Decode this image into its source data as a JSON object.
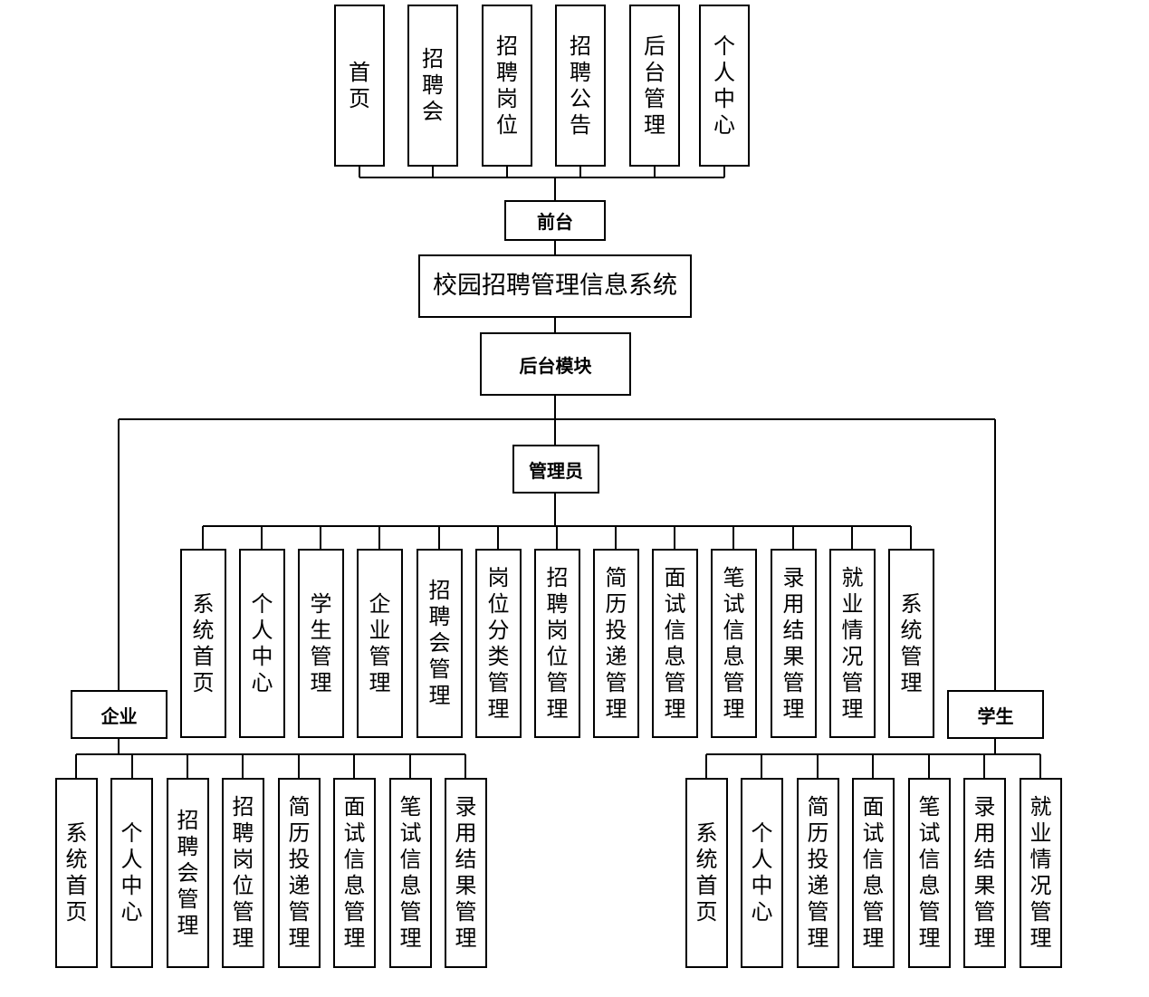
{
  "diagram": {
    "system": "校园招聘管理信息系统",
    "frontend": {
      "label": "前台",
      "items": [
        "首页",
        "招聘会",
        "招聘岗位",
        "招聘公告",
        "后台管理",
        "个人中心"
      ]
    },
    "backend": {
      "label": "后台模块"
    },
    "admin": {
      "label": "管理员",
      "items": [
        "系统首页",
        "个人中心",
        "学生管理",
        "企业管理",
        "招聘会管理",
        "岗位分类管理",
        "招聘岗位管理",
        "简历投递管理",
        "面试信息管理",
        "笔试信息管理",
        "录用结果管理",
        "就业情况管理",
        "系统管理"
      ]
    },
    "company": {
      "label": "企业",
      "items": [
        "系统首页",
        "个人中心",
        "招聘会管理",
        "招聘岗位管理",
        "简历投递管理",
        "面试信息管理",
        "笔试信息管理",
        "录用结果管理"
      ]
    },
    "student": {
      "label": "学生",
      "items": [
        "系统首页",
        "个人中心",
        "简历投递管理",
        "面试信息管理",
        "笔试信息管理",
        "录用结果管理",
        "就业情况管理"
      ]
    }
  }
}
